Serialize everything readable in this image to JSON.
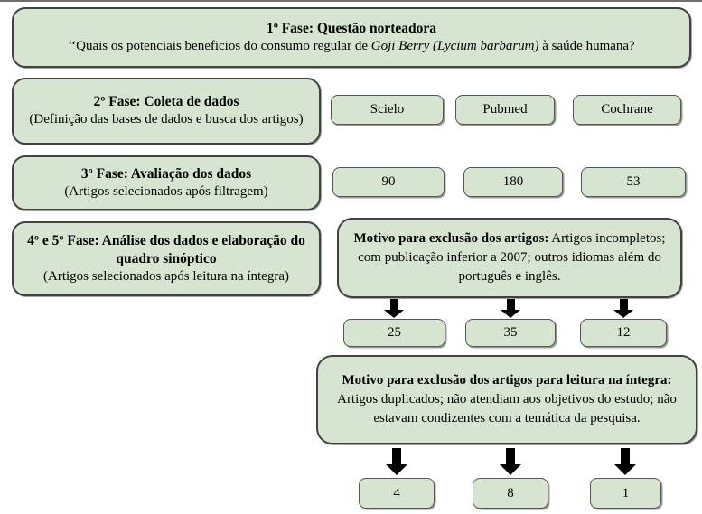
{
  "colors": {
    "box_fill": "#d8e4d2",
    "box_border": "#424242",
    "small_box_border": "#555555",
    "arrow": "#000000",
    "top_rule": "#6f6f6f"
  },
  "phase1": {
    "title": "1º Fase: Questão norteadora"
  },
  "question": {
    "pre": "‘‘Quais os potenciais beneficios do consumo regular de ",
    "italic": "Goji Berry (Lycium barbarum)",
    "post": " à saúde humana?"
  },
  "phase2": {
    "title": "2º Fase: Coleta de dados",
    "subtitle": "(Definição das bases de dados e busca dos artigos)"
  },
  "phase3": {
    "title": "3º Fase: Avaliação dos dados",
    "subtitle": "(Artigos selecionados após filtragem)"
  },
  "phase4": {
    "title": "4º e 5º Fase: Análise dos dados e elaboração do quadro sinóptico",
    "subtitle": "(Artigos selecionados após leitura na íntegra)"
  },
  "databases": [
    "Scielo",
    "Pubmed",
    "Cochrane"
  ],
  "filtered_counts": [
    "90",
    "180",
    "53"
  ],
  "exclusion1": {
    "bold": "Motivo para exclusão dos artigos:",
    "text": " Artigos incompletos; com publicação inferior a 2007; outros idiomas além do português e inglês."
  },
  "excluded_counts": [
    "25",
    "35",
    "12"
  ],
  "exclusion2": {
    "bold": "Motivo para exclusão dos artigos para leitura na íntegra:",
    "text": " Artigos duplicados; não atendiam aos objetivos do estudo; não estavam condizentes com a temática da pesquisa."
  },
  "final_counts": [
    "4",
    "8",
    "1"
  ]
}
